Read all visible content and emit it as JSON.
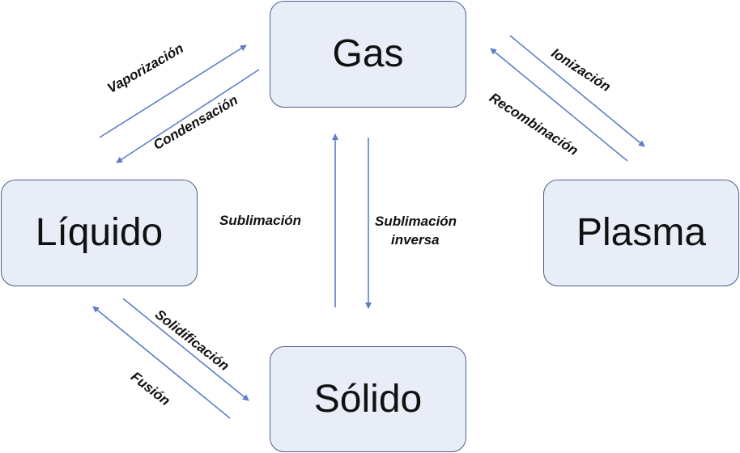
{
  "states": {
    "gas": "Gas",
    "liquido": "Líquido",
    "plasma": "Plasma",
    "solido": "Sólido"
  },
  "transitions": {
    "vaporizacion": "Vaporización",
    "condensacion": "Condensación",
    "ionizacion": "Ionización",
    "recombinacion": "Recombinación",
    "sublimacion": "Sublimación",
    "sublimacion_inversa_line1": "Sublimación",
    "sublimacion_inversa_line2": "inversa",
    "solidificacion": "Solidificación",
    "fusion": "Fusión"
  },
  "colors": {
    "box_fill": "#e9edf7",
    "box_border": "#4a5f8c",
    "arrow": "#5b7fc4"
  }
}
